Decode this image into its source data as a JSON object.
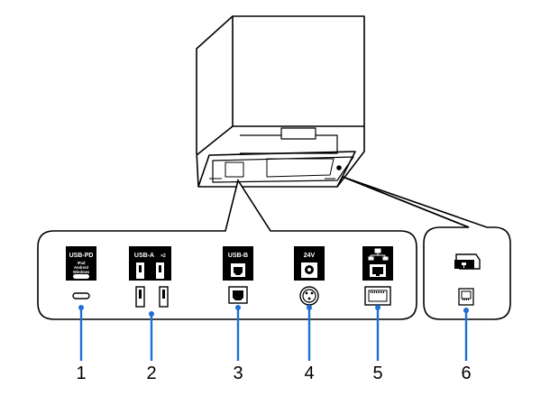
{
  "ports": [
    {
      "id": "usb-pd",
      "label": "USB-PD",
      "sublabel": [
        "iPad",
        "Android",
        "Windows"
      ],
      "number": "1",
      "callout_color": "#1f6fd6"
    },
    {
      "id": "usb-a",
      "label": "USB-A",
      "multiplier": "×2",
      "number": "2",
      "callout_color": "#1f6fd6"
    },
    {
      "id": "usb-b",
      "label": "USB-B",
      "number": "3",
      "callout_color": "#1f6fd6"
    },
    {
      "id": "dc-24v",
      "label": "24V",
      "number": "4",
      "callout_color": "#1f6fd6"
    },
    {
      "id": "lan",
      "label": "",
      "number": "5",
      "callout_color": "#1f6fd6"
    },
    {
      "id": "drawer-kick",
      "label": "",
      "number": "6",
      "callout_color": "#1f6fd6"
    }
  ],
  "icons": [
    "printer-body-icon",
    "network-icon",
    "cash-drawer-icon",
    "rj-connector-icon"
  ],
  "colors": {
    "callout": "#1f6fd6",
    "line": "#000000",
    "label_bg": "#000000"
  }
}
